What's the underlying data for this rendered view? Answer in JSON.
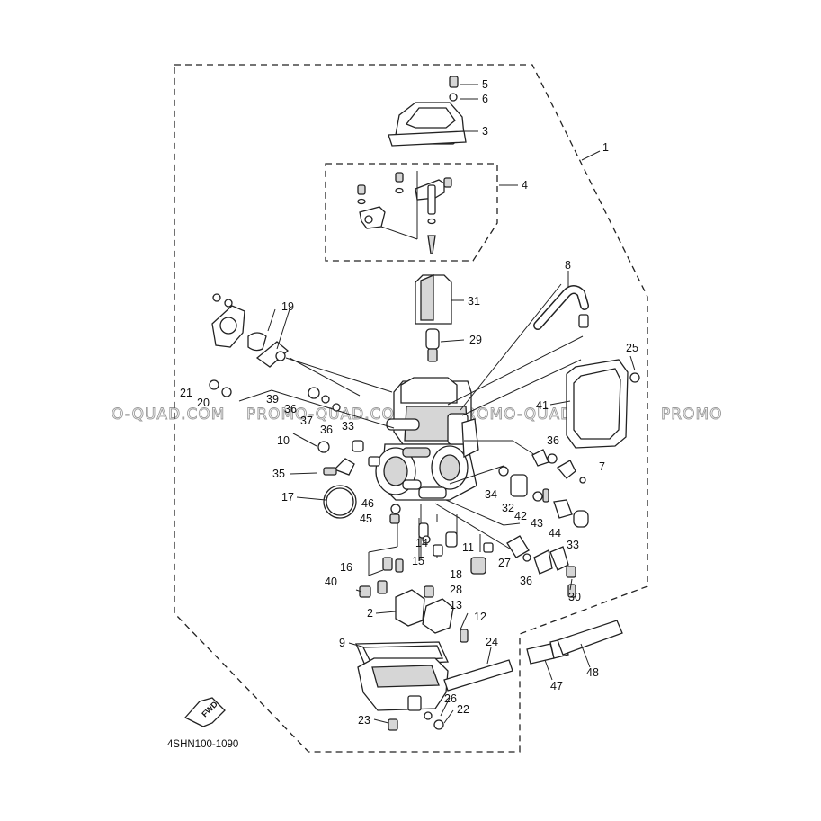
{
  "diagram": {
    "code": "4SHN100-1090",
    "fwd_label": "FWD",
    "watermark": [
      "O-QUAD.COM",
      "PROMO-QUAD.COM",
      "PROMO-QUAD.COM",
      "PROMO"
    ],
    "callouts": [
      "1",
      "2",
      "3",
      "4",
      "5",
      "6",
      "7",
      "8",
      "9",
      "10",
      "11",
      "12",
      "13",
      "14",
      "15",
      "16",
      "17",
      "18",
      "19",
      "20",
      "21",
      "22",
      "23",
      "24",
      "25",
      "26",
      "27",
      "28",
      "29",
      "30",
      "31",
      "32",
      "33",
      "33",
      "34",
      "35",
      "36",
      "36",
      "36",
      "36",
      "37",
      "39",
      "40",
      "41",
      "42",
      "43",
      "44",
      "45",
      "46",
      "47",
      "48"
    ]
  }
}
